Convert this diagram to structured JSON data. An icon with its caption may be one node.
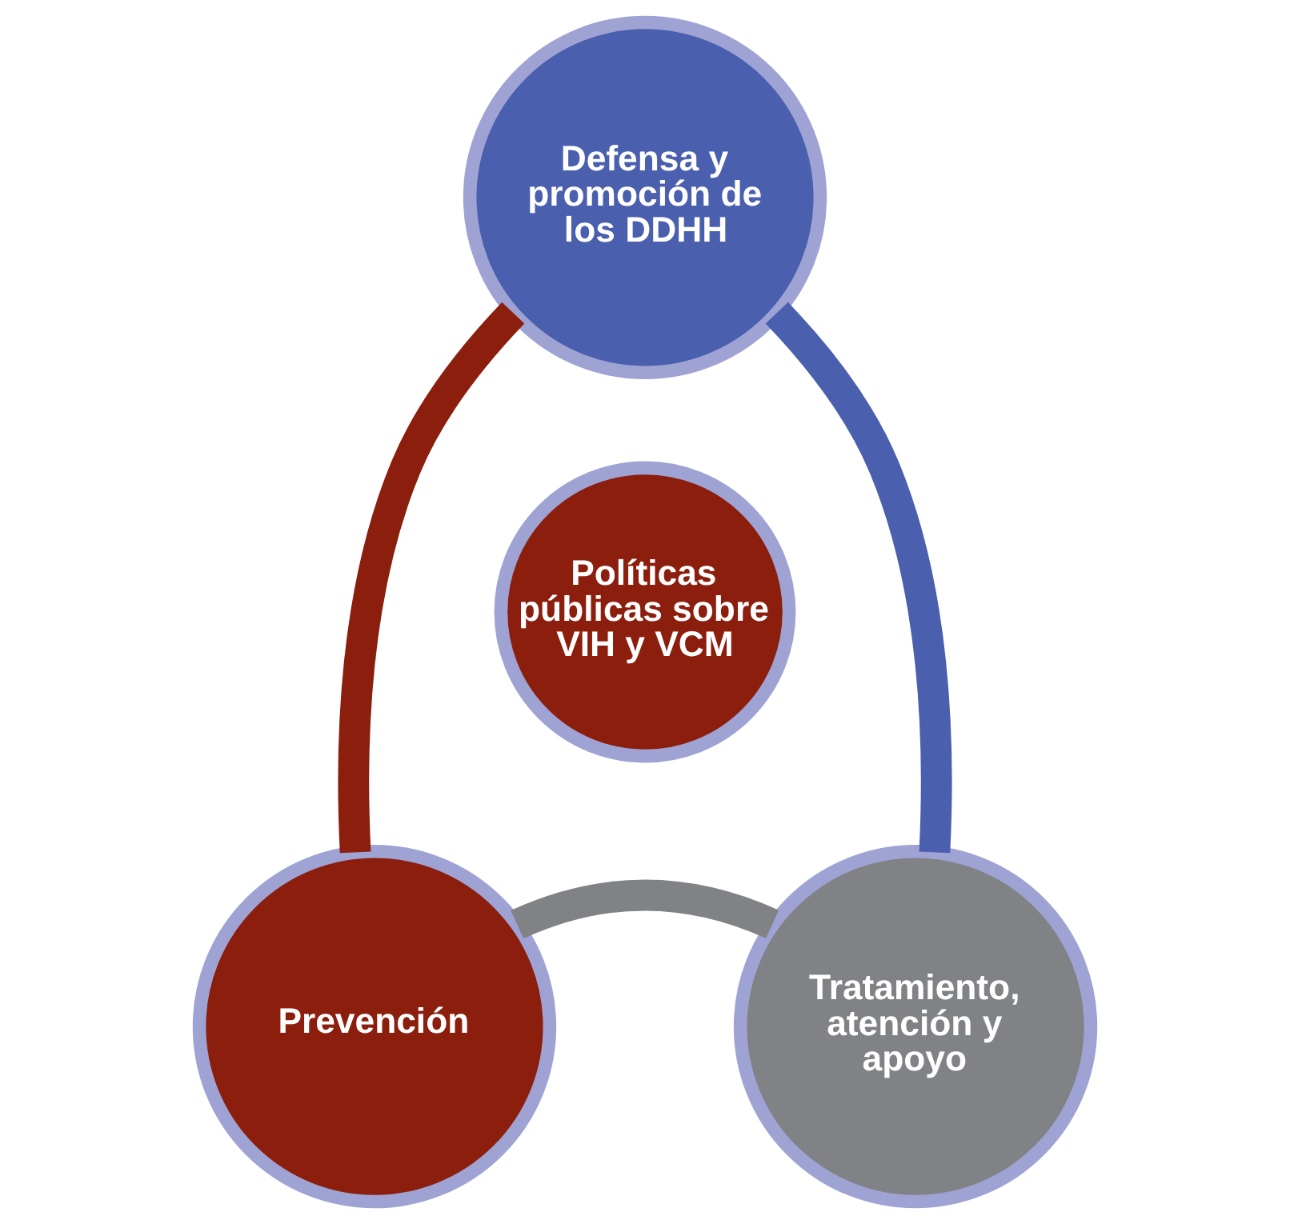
{
  "diagram": {
    "nodes": [
      {
        "text": [
          "Defensa y promoción de los DDHH"
        ]
      },
      {
        "text": [
          "Políticas públicas sobre VIH y VCM"
        ]
      },
      {
        "text": [
          "Prevención"
        ]
      },
      {
        "text": [
          "Tratamiento, atención y apoyo"
        ]
      }
    ],
    "edges": [
      {
        "from": 2,
        "to": 0,
        "arrow": "none",
        "color": "#8b1e0c"
      },
      {
        "from": 0,
        "to": 3,
        "arrow": "none",
        "color": "#4a5fad"
      },
      {
        "from": 3,
        "to": 2,
        "arrow": "none",
        "color": "#808285"
      }
    ]
  }
}
